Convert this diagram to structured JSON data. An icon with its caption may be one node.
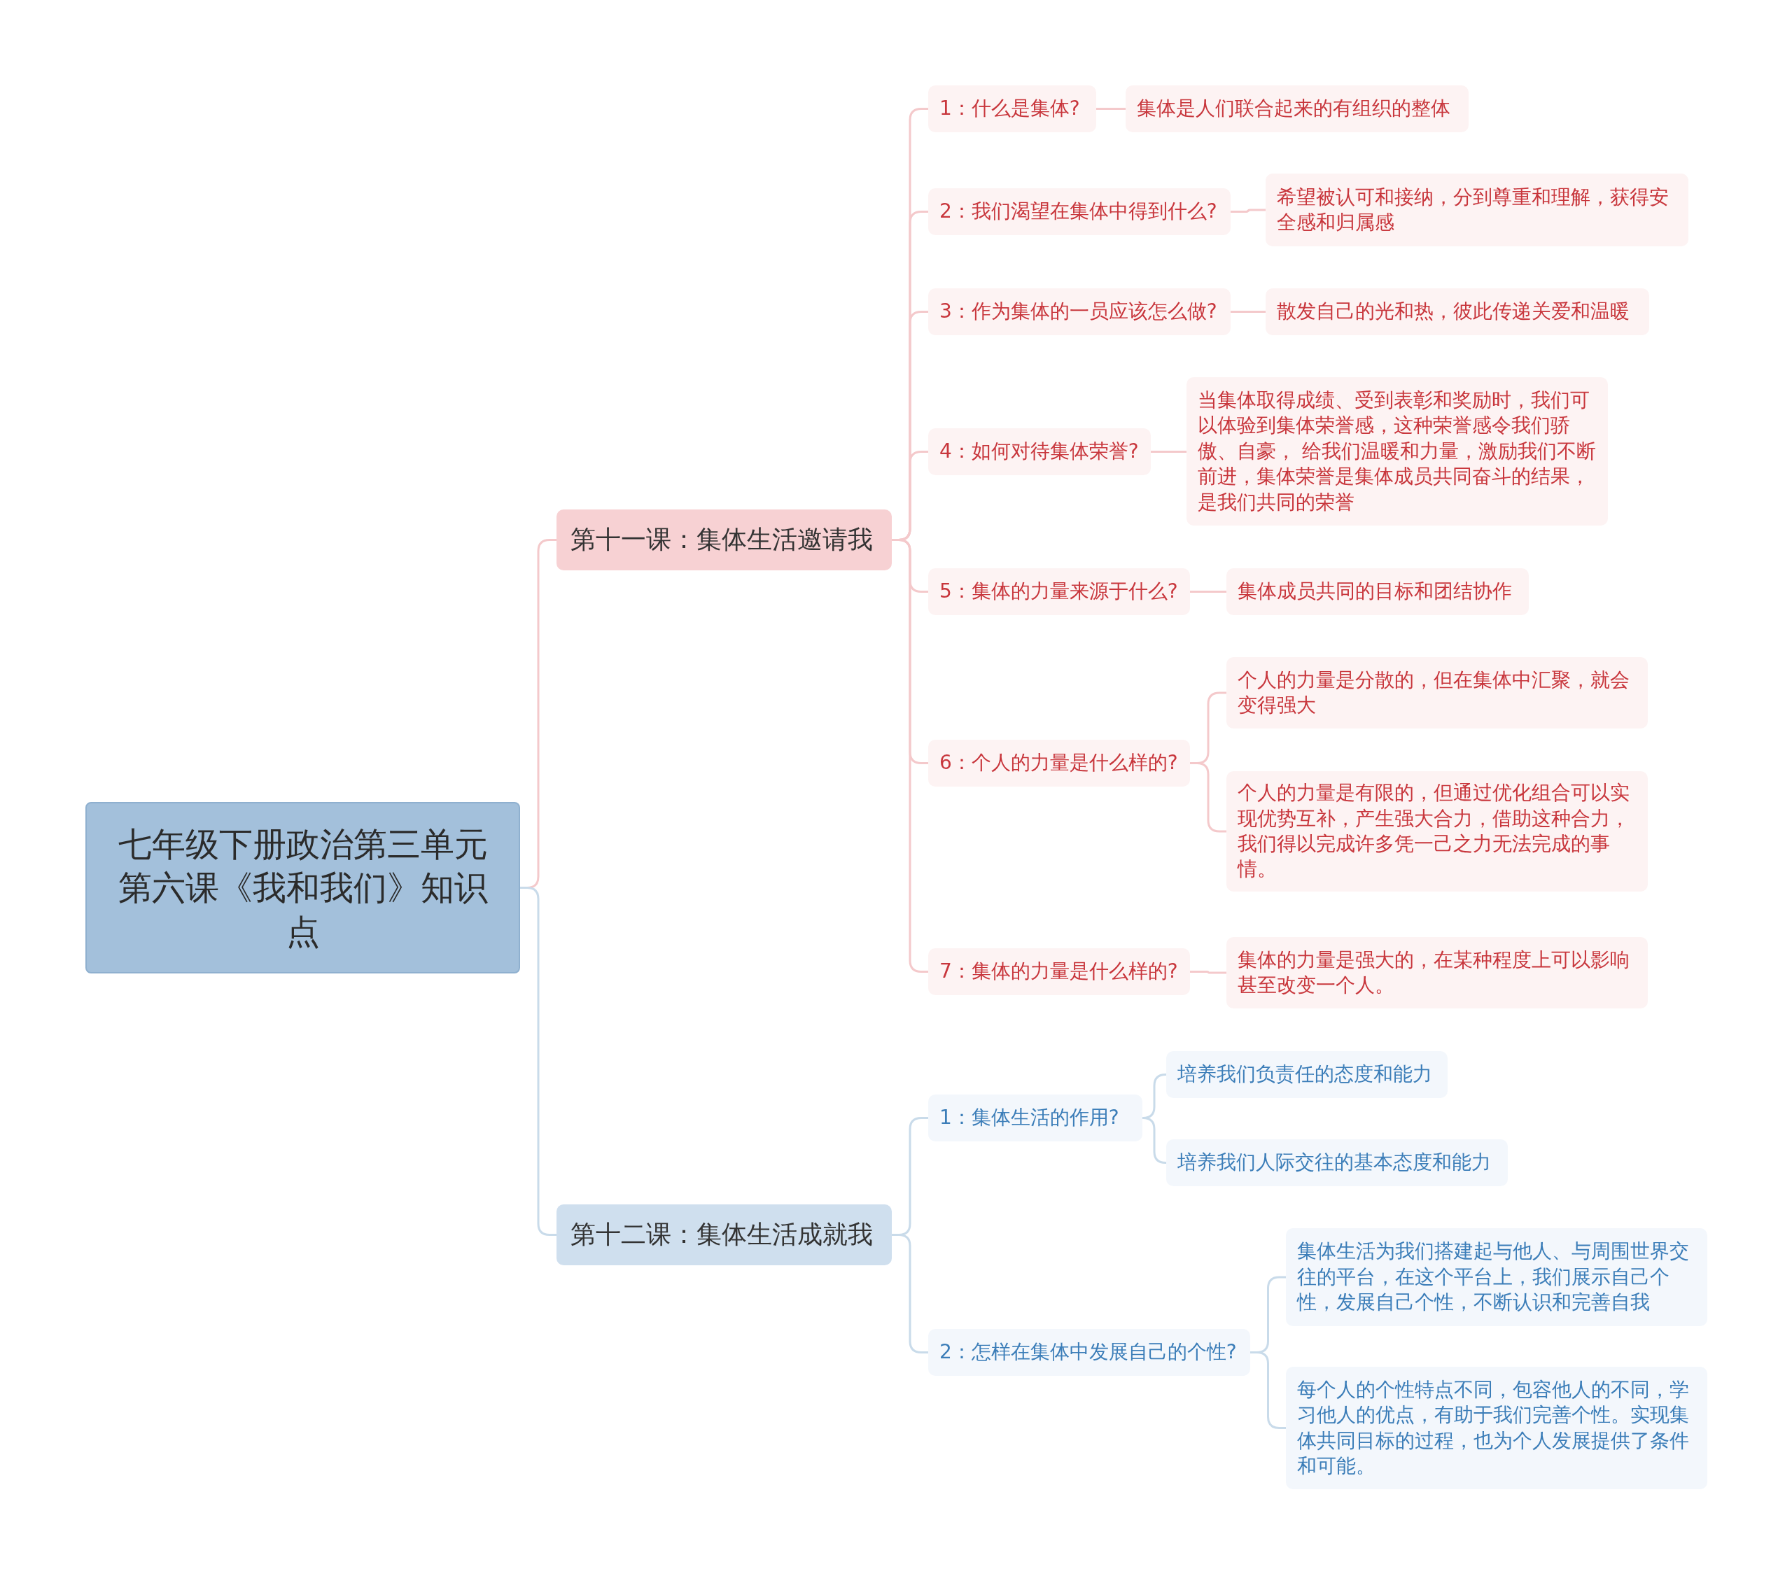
{
  "diagram": {
    "nodes": [
      {
        "text": [
          "七年级下册政治第三单元第六课《我和我们》知识点"
        ]
      },
      {
        "text": [
          "第十一课：集体生活邀请我"
        ]
      },
      {
        "text": [
          "第十二课：集体生活成就我"
        ]
      },
      {
        "text": [
          "1：什么是集体?"
        ]
      },
      {
        "text": [
          "集体是人们联合起来的有组织的整体"
        ]
      },
      {
        "text": [
          "2：我们渴望在集体中得到什么?"
        ]
      },
      {
        "text": [
          "希望被认可和接纳，分到尊重和理解，获得安全感和归属感"
        ]
      },
      {
        "text": [
          "3：作为集体的一员应该怎么做?"
        ]
      },
      {
        "text": [
          "散发自己的光和热，彼此传递关爱和温暖"
        ]
      },
      {
        "text": [
          "4：如何对待集体荣誉?"
        ]
      },
      {
        "text": [
          "当集体取得成绩、受到表彰和奖励时，我们可以体验到集体荣誉感，这种荣誉感令我们骄傲、自豪， 给我们温暖和力量，激励我们不断前进，集体荣誉是集体成员共同奋斗的结果，是我们共同的荣誉"
        ]
      },
      {
        "text": [
          "5：集体的力量来源于什么?"
        ]
      },
      {
        "text": [
          "集体成员共同的目标和团结协作"
        ]
      },
      {
        "text": [
          "6：个人的力量是什么样的?"
        ]
      },
      {
        "text": [
          "个人的力量是分散的，但在集体中汇聚，就会变得强大"
        ]
      },
      {
        "text": [
          "个人的力量是有限的，但通过优化组合可以实现优势互补，产生强大合力，借助这种合力，我们得以完成许多凭一己之力无法完成的事情。"
        ]
      },
      {
        "text": [
          "7：集体的力量是什么样的?"
        ]
      },
      {
        "text": [
          "集体的力量是强大的，在某种程度上可以影响甚至改变一个人。"
        ]
      },
      {
        "text": [
          "1：集体生活的作用?"
        ]
      },
      {
        "text": [
          "培养我们负责任的态度和能力"
        ]
      },
      {
        "text": [
          "培养我们人际交往的基本态度和能力"
        ]
      },
      {
        "text": [
          "2：怎样在集体中发展自己的个性?"
        ]
      },
      {
        "text": [
          "集体生活为我们搭建起与他人、与周围世界交往的平台，在这个平台上，我们展示自己个性，发展自己个性，不断认识和完善自我"
        ]
      },
      {
        "text": [
          "每个人的个性特点不同，包容他人的不同，学习他人的优点，有助于我们完善个性。实现集体共同目标的过程，也为个人发展提供了条件和可能。"
        ]
      }
    ],
    "edges": [
      {
        "from": 0,
        "to": 1,
        "arrow": "none"
      },
      {
        "from": 0,
        "to": 2,
        "arrow": "none",
        "color": "#c9dbea"
      },
      {
        "from": 1,
        "to": 3,
        "arrow": "none"
      },
      {
        "from": 3,
        "to": 4,
        "arrow": "none"
      },
      {
        "from": 1,
        "to": 5,
        "arrow": "none"
      },
      {
        "from": 5,
        "to": 6,
        "arrow": "none"
      },
      {
        "from": 1,
        "to": 7,
        "arrow": "none"
      },
      {
        "from": 7,
        "to": 8,
        "arrow": "none"
      },
      {
        "from": 1,
        "to": 9,
        "arrow": "none"
      },
      {
        "from": 9,
        "to": 10,
        "arrow": "none"
      },
      {
        "from": 1,
        "to": 11,
        "arrow": "none"
      },
      {
        "from": 11,
        "to": 12,
        "arrow": "none"
      },
      {
        "from": 1,
        "to": 13,
        "arrow": "none"
      },
      {
        "from": 13,
        "to": 14,
        "arrow": "none"
      },
      {
        "from": 13,
        "to": 15,
        "arrow": "none"
      },
      {
        "from": 1,
        "to": 16,
        "arrow": "none"
      },
      {
        "from": 16,
        "to": 17,
        "arrow": "none"
      },
      {
        "from": 2,
        "to": 18,
        "arrow": "none",
        "color": "#c9dbea"
      },
      {
        "from": 18,
        "to": 19,
        "arrow": "none",
        "color": "#c9dbea"
      },
      {
        "from": 18,
        "to": 20,
        "arrow": "none",
        "color": "#c9dbea"
      },
      {
        "from": 2,
        "to": 21,
        "arrow": "none",
        "color": "#c9dbea"
      },
      {
        "from": 21,
        "to": 22,
        "arrow": "none",
        "color": "#c9dbea"
      },
      {
        "from": 21,
        "to": 23,
        "arrow": "none",
        "color": "#c9dbea"
      }
    ]
  }
}
